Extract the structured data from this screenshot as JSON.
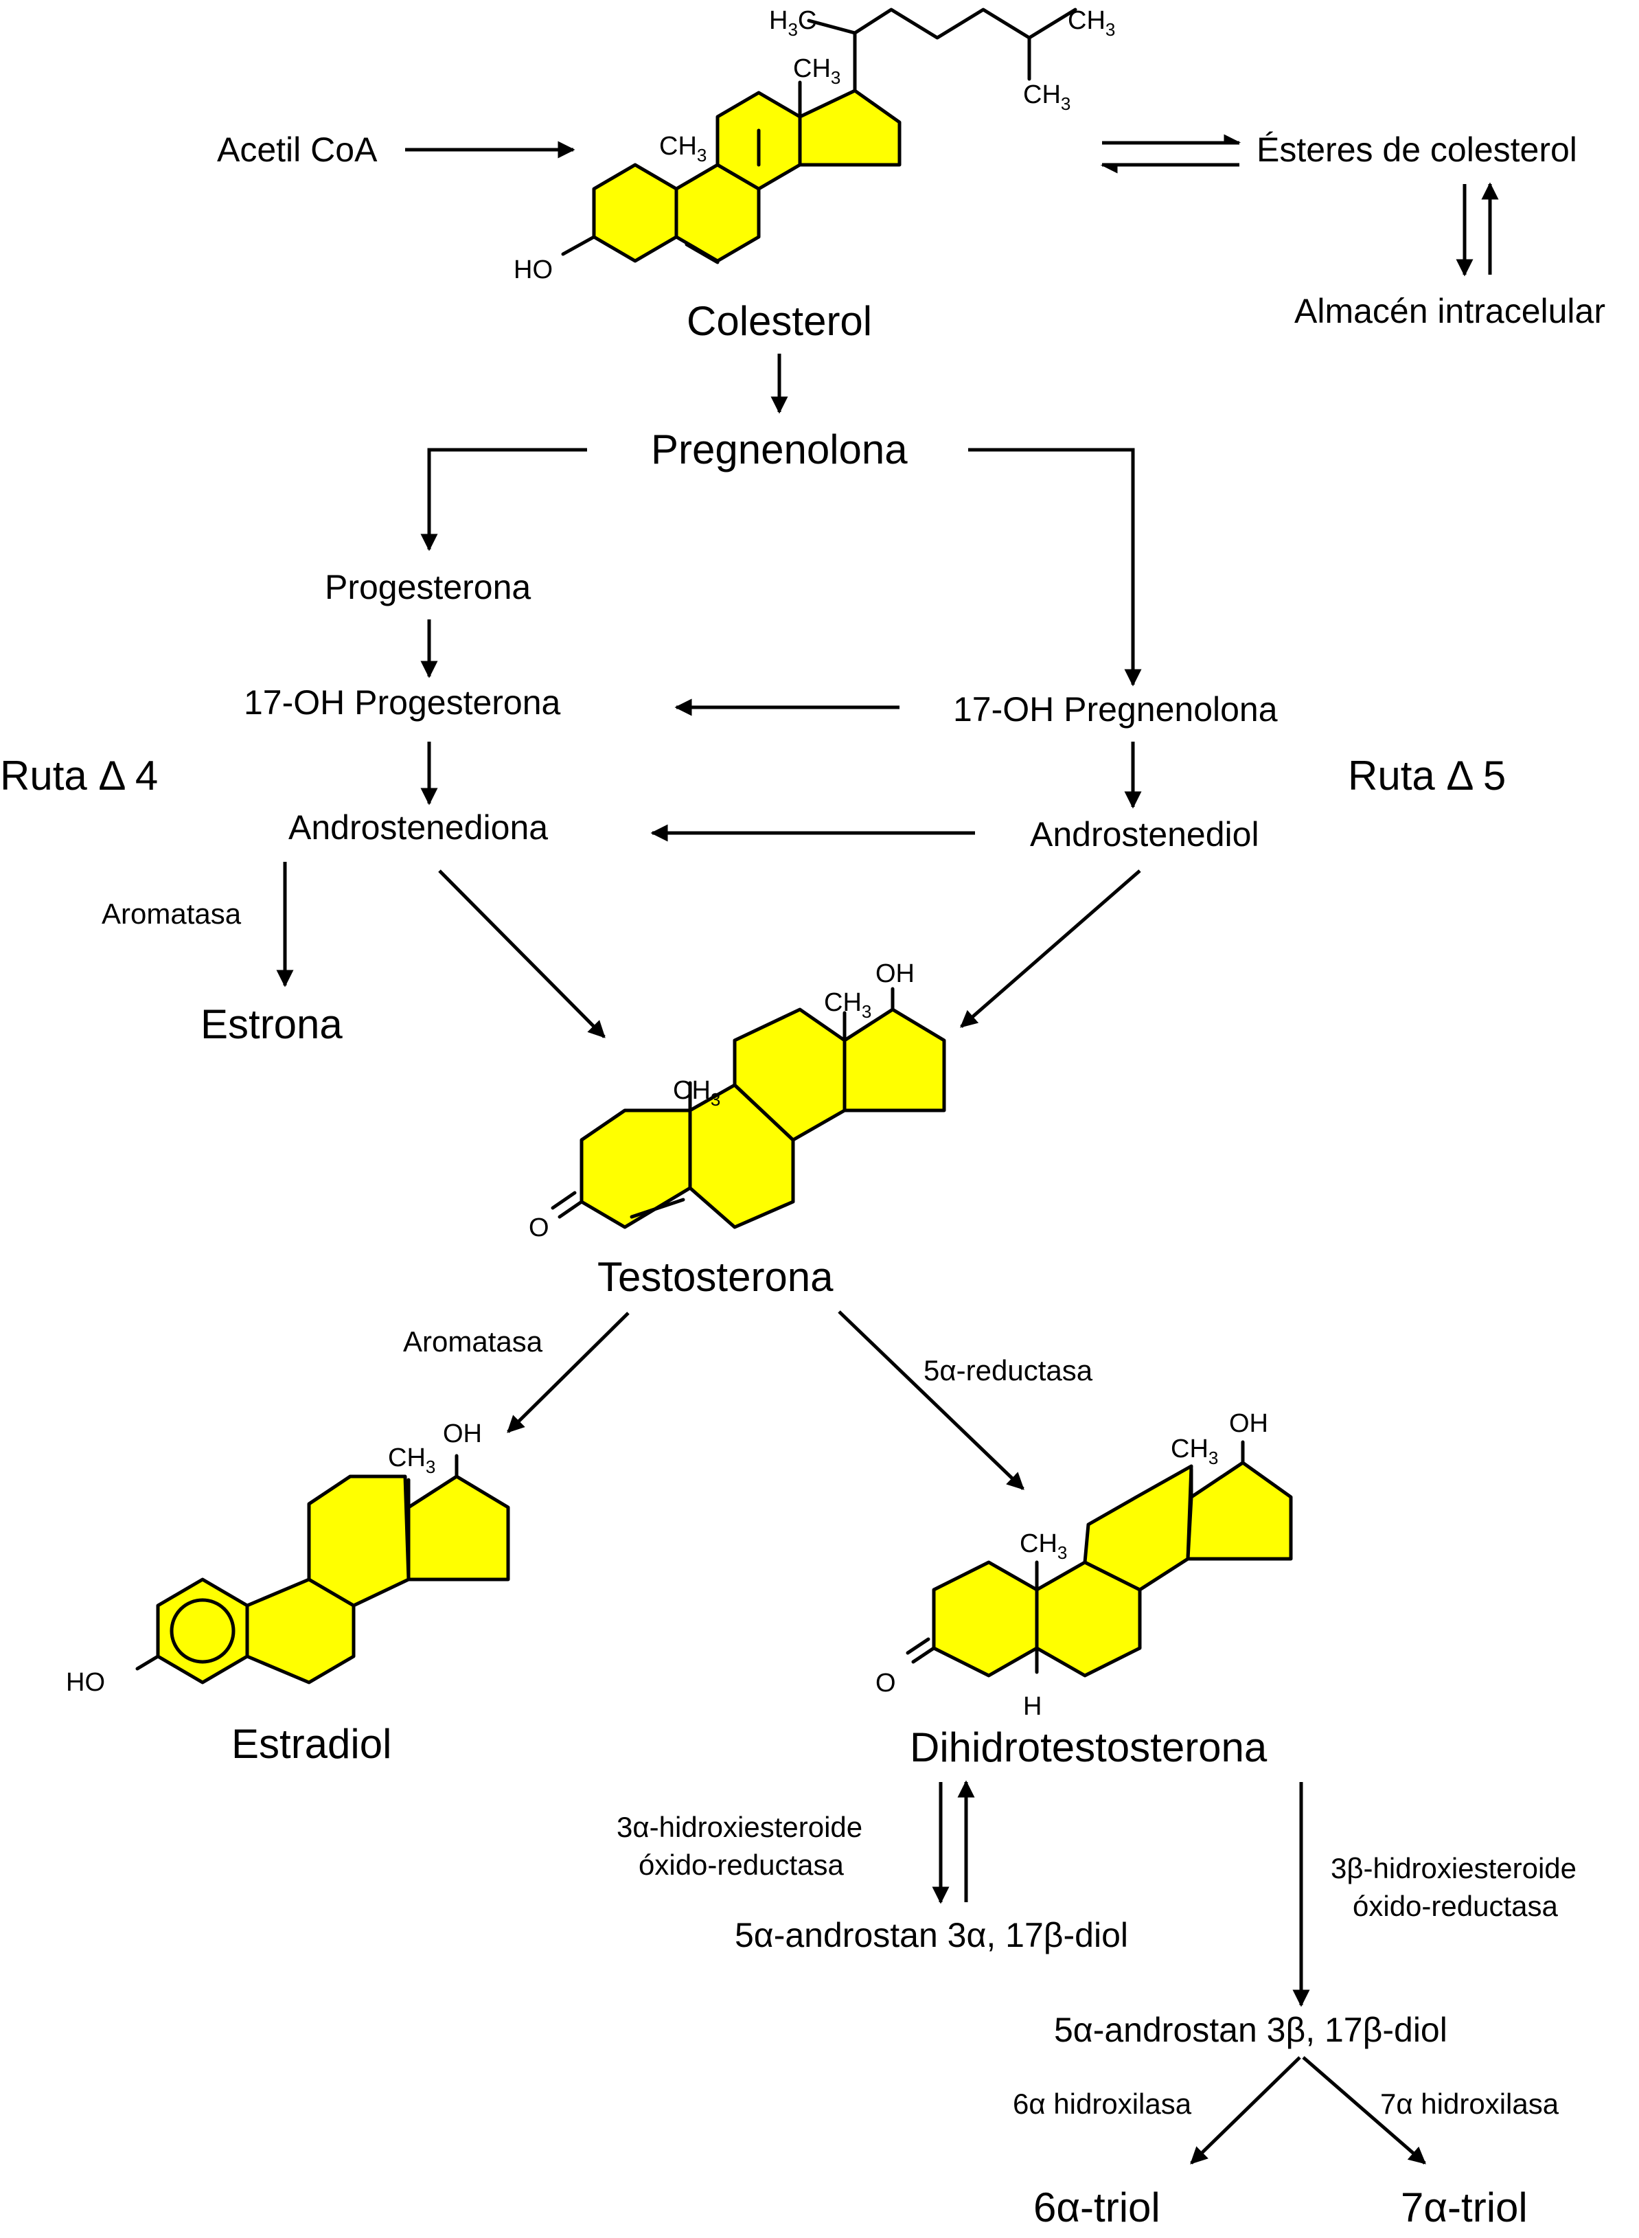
{
  "colors": {
    "ring_fill": "#ffff00",
    "line": "#000000"
  },
  "labels": {
    "acetil_coa": "Acetil CoA",
    "colesterol": "Colesterol",
    "esteres": "Ésteres de colesterol",
    "almacen": "Almacén intracelular",
    "pregnenolona": "Pregnenolona",
    "progesterona": "Progesterona",
    "oh17_progesterona": "17-OH Progesterona",
    "oh17_pregnenolona": "17-OH Pregnenolona",
    "ruta4": "Ruta Δ 4",
    "ruta5": "Ruta Δ 5",
    "androstenediona": "Androstenediona",
    "androstenediol": "Androstenediol",
    "aromatasa_1": "Aromatasa",
    "estrona": "Estrona",
    "testosterona": "Testosterona",
    "aromatasa_2": "Aromatasa",
    "reductasa5a": "5α-reductasa",
    "estradiol": "Estradiol",
    "dihidrotestosterona": "Dihidrotestosterona",
    "hidroxi3a_line1": "3α-hidroxiesteroide",
    "hidroxi3a_line2": "óxido-reductasa",
    "hidroxi3b_line1": "3β-hidroxiesteroide",
    "hidroxi3b_line2": "óxido-reductasa",
    "diol3a": "5α-androstan 3α, 17β-diol",
    "diol3b": "5α-androstan 3β, 17β-diol",
    "hidroxilasa6a": "6α hidroxilasa",
    "hidroxilasa7a": "7α hidroxilasa",
    "triol6a": "6α-triol",
    "triol7a": "7α-triol"
  },
  "atoms": {
    "ho": "HO",
    "o": "O",
    "oh": "OH",
    "h": "H",
    "ch": "CH",
    "sub3": "3",
    "h3c_h": "H",
    "h3c_c": "C"
  }
}
